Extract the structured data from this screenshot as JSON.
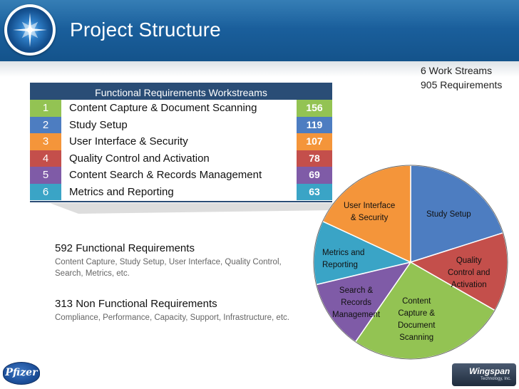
{
  "header": {
    "title": "Project Structure"
  },
  "summary": {
    "work_streams": "6 Work Streams",
    "requirements": "905 Requirements"
  },
  "table": {
    "title": "Functional Requirements Workstreams",
    "rows": [
      {
        "num": "1",
        "name": "Content Capture & Document Scanning",
        "count": "156",
        "num_color": "#93c353",
        "count_color": "#93c353"
      },
      {
        "num": "2",
        "name": "Study Setup",
        "count": "119",
        "num_color": "#4d7dc1",
        "count_color": "#4d7dc1"
      },
      {
        "num": "3",
        "name": "User Interface & Security",
        "count": "107",
        "num_color": "#f4953a",
        "count_color": "#f4953a"
      },
      {
        "num": "4",
        "name": "Quality Control and Activation",
        "count": "78",
        "num_color": "#c44f4b",
        "count_color": "#c44f4b"
      },
      {
        "num": "5",
        "name": "Content Search & Records Management",
        "count": "69",
        "num_color": "#7f5ba7",
        "count_color": "#7f5ba7"
      },
      {
        "num": "6",
        "name": "Metrics and Reporting",
        "count": "63",
        "num_color": "#3aa4c6",
        "count_color": "#3aa4c6"
      }
    ]
  },
  "functional": {
    "title": "592 Functional Requirements",
    "desc": "Content Capture, Study Setup, User Interface, Quality Control, Search, Metrics, etc."
  },
  "non_functional": {
    "title": "313 Non Functional Requirements",
    "desc": "Compliance, Performance, Capacity, Support, Infrastructure, etc."
  },
  "chart_data": {
    "type": "pie",
    "slices": [
      {
        "label": "Study Setup",
        "value": 119,
        "color": "#4d7dc1"
      },
      {
        "label": "Quality Control and Activation",
        "value": 78,
        "color": "#c44f4b"
      },
      {
        "label": "Content Capture & Document Scanning",
        "value": 156,
        "color": "#93c353"
      },
      {
        "label": "Search & Records Management",
        "value": 69,
        "color": "#7f5ba7"
      },
      {
        "label": "Metrics and Reporting",
        "value": 63,
        "color": "#3aa4c6"
      },
      {
        "label": "User Interface & Security",
        "value": 107,
        "color": "#f4953a"
      }
    ]
  },
  "pie_labels": {
    "study_setup": "Study Setup",
    "quality": [
      "Quality",
      "Control and",
      "Activation"
    ],
    "content": [
      "Content",
      "Capture &",
      "Document",
      "Scanning"
    ],
    "search": [
      "Search &",
      "Records",
      "Management"
    ],
    "metrics": [
      "Metrics and",
      "Reporting"
    ],
    "ui": [
      "User Interface",
      "& Security"
    ]
  },
  "footer": {
    "pfizer": "Pfizer",
    "wingspan": "Wingspan",
    "wingspan_sub": "Technology, Inc."
  }
}
